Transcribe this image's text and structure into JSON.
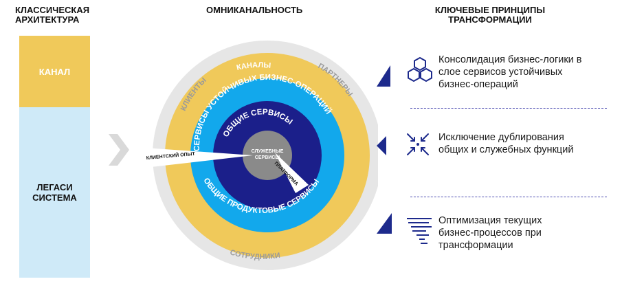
{
  "headers": {
    "left": "КЛАССИЧЕСКАЯ АРХИТЕКТУРА",
    "middle": "ОМНИКАНАЛЬНОСТЬ",
    "right": "КЛЮЧЕВЫЕ ПРИНЦИПЫ ТРАНСФОРМАЦИИ"
  },
  "classic": {
    "channel": "КАНАЛ",
    "legacy": "ЛЕГАСИ\nСИСТЕМА"
  },
  "rings": {
    "clients": "КЛИЕНТЫ",
    "channels": "КАНАЛЫ",
    "partners": "ПАРТНЕРЫ",
    "employees": "СОТРУДНИКИ",
    "business_services": "СЕРВИСЫ УСТОЙЧИВЫХ БИЗНЕС-ОПЕРАЦИЙ",
    "product_services": "ОБЩИЕ ПРОДУКТОВЫЕ СЕРВИСЫ",
    "common_services": "ОБЩИЕ СЕРВИСЫ",
    "utility_1": "СЛУЖЕБНЫЕ",
    "utility_2": "СЕРВИСЫ",
    "client_experience": "КЛИЕНТСКИЙ ОПЫТ",
    "platform": "ПЛАТФОРМА"
  },
  "principles": [
    {
      "icon": "hexagon-cluster-icon",
      "text": "Консолидация бизнес-логики в\nслое сервисов устойчивых\nбизнес-операций"
    },
    {
      "icon": "converging-arrows-icon",
      "text": "Исключение дублирования\nобщих и служебных функций"
    },
    {
      "icon": "optimization-lines-icon",
      "text": "Оптимизация текущих\nбизнес-процессов при\nтрансформации"
    }
  ],
  "colors": {
    "yellow": "#f0c95a",
    "light_blue": "#cfeaf8",
    "bright_blue": "#12a8ec",
    "navy": "#1b1f8a",
    "gray_ring": "#e6e6e6",
    "gray_center": "#8a8a8a",
    "accent_navy": "#1d2a8c"
  }
}
